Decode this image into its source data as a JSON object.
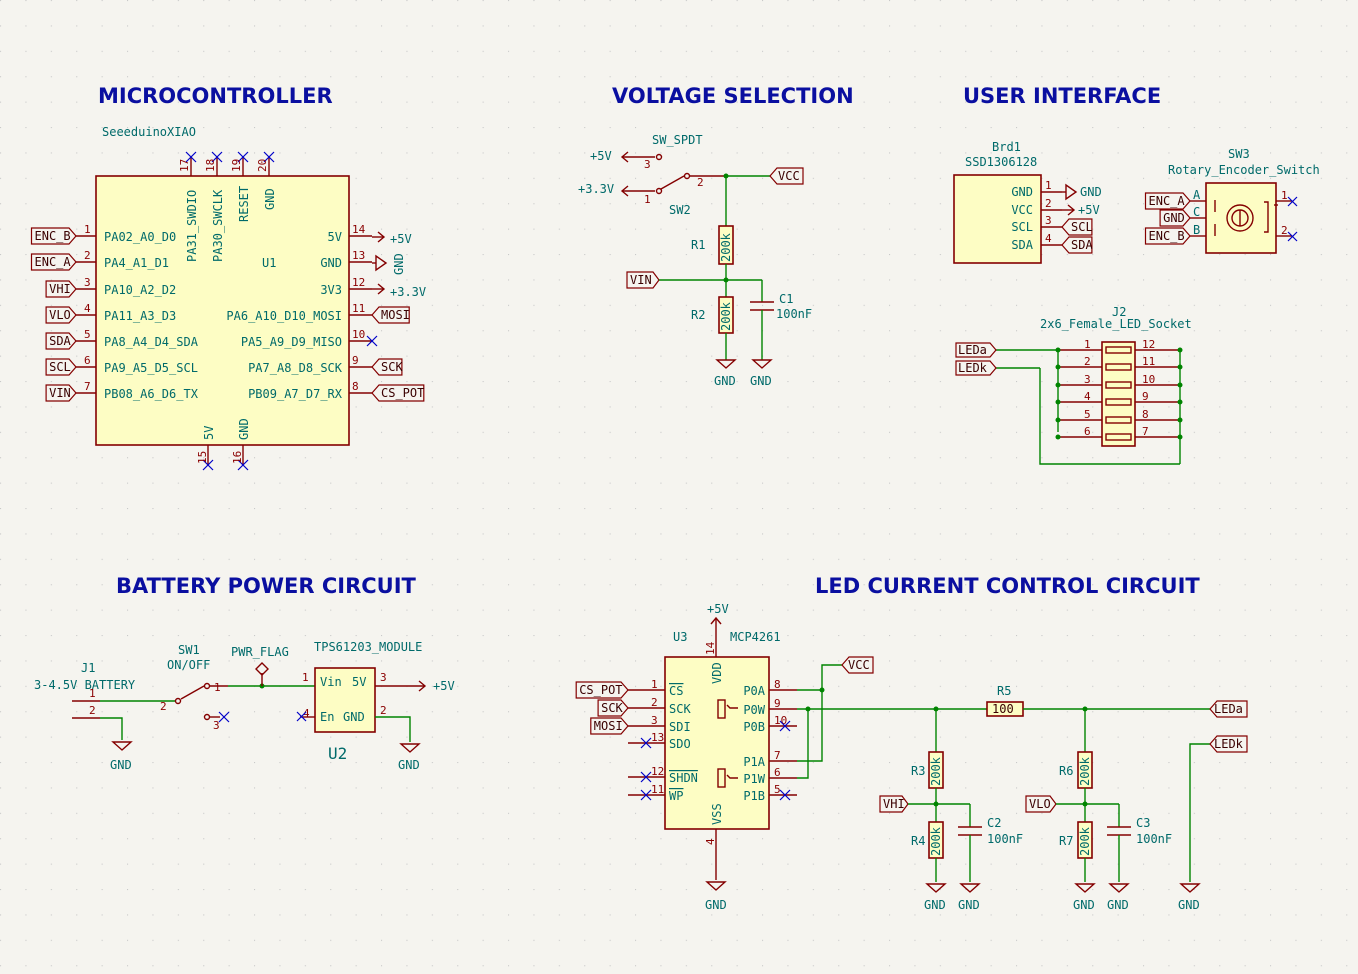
{
  "sections": {
    "microcontroller": "MICROCONTROLLER",
    "voltage": "VOLTAGE SELECTION",
    "ui": "USER INTERFACE",
    "battery": "BATTERY POWER CIRCUIT",
    "led": "LED CURRENT CONTROL CIRCUIT"
  },
  "u1": {
    "value": "SeeeduinoXIAO",
    "ref": "U1",
    "left_pins": [
      {
        "num": "1",
        "name": "PA02_A0_D0",
        "net": "ENC_B"
      },
      {
        "num": "2",
        "name": "PA4_A1_D1",
        "net": "ENC_A"
      },
      {
        "num": "3",
        "name": "PA10_A2_D2",
        "net": "VHI"
      },
      {
        "num": "4",
        "name": "PA11_A3_D3",
        "net": "VLO"
      },
      {
        "num": "5",
        "name": "PA8_A4_D4_SDA",
        "net": "SDA"
      },
      {
        "num": "6",
        "name": "PA9_A5_D5_SCL",
        "net": "SCL"
      },
      {
        "num": "7",
        "name": "PB08_A6_D6_TX",
        "net": "VIN"
      }
    ],
    "right_pins": [
      {
        "num": "14",
        "name": "5V",
        "net": "+5V"
      },
      {
        "num": "13",
        "name": "GND",
        "net": "GND"
      },
      {
        "num": "12",
        "name": "3V3",
        "net": "+3.3V"
      },
      {
        "num": "11",
        "name": "PA6_A10_D10_MOSI",
        "net": "MOSI"
      },
      {
        "num": "10",
        "name": "PA5_A9_D9_MISO",
        "net": ""
      },
      {
        "num": "9",
        "name": "PA7_A8_D8_SCK",
        "net": "SCK"
      },
      {
        "num": "8",
        "name": "PB09_A7_D7_RX",
        "net": "CS_POT"
      }
    ],
    "top_pins": [
      {
        "num": "17",
        "name": "PA31_SWDIO"
      },
      {
        "num": "18",
        "name": "PA30_SWCLK"
      },
      {
        "num": "19",
        "name": "RESET"
      },
      {
        "num": "20",
        "name": "GND"
      }
    ],
    "bottom_pins": [
      {
        "num": "15",
        "name": "5V"
      },
      {
        "num": "16",
        "name": "GND"
      }
    ]
  },
  "voltage": {
    "sw_value": "SW_SPDT",
    "sw_ref": "SW2",
    "p5v": "+5V",
    "p33v": "+3.3V",
    "pin1": "1",
    "pin2": "2",
    "pin3": "3",
    "vcc": "VCC",
    "vin": "VIN",
    "r1_ref": "R1",
    "r1_val": "200k",
    "r2_ref": "R2",
    "r2_val": "200k",
    "c1_ref": "C1",
    "c1_val": "100nF",
    "gnd": "GND"
  },
  "display": {
    "ref": "Brd1",
    "value": "SSD1306128",
    "pins": [
      {
        "num": "1",
        "name": "GND",
        "net": "GND"
      },
      {
        "num": "2",
        "name": "VCC",
        "net": "+5V"
      },
      {
        "num": "3",
        "name": "SCL",
        "net": "SCL"
      },
      {
        "num": "4",
        "name": "SDA",
        "net": "SDA"
      }
    ]
  },
  "encoder": {
    "ref": "SW3",
    "value": "Rotary_Encoder_Switch",
    "pins": [
      {
        "name": "A",
        "net": "ENC_A"
      },
      {
        "name": "C",
        "net": "GND"
      },
      {
        "name": "B",
        "net": "ENC_B"
      }
    ],
    "sw_pins": [
      "1",
      "2"
    ]
  },
  "socket": {
    "ref": "J2",
    "value": "2x6_Female_LED_Socket",
    "left_nums": [
      "1",
      "2",
      "3",
      "4",
      "5",
      "6"
    ],
    "right_nums": [
      "12",
      "11",
      "10",
      "9",
      "8",
      "7"
    ],
    "nets": [
      "LEDa",
      "LEDk"
    ]
  },
  "battery": {
    "j1_ref": "J1",
    "j1_val": "3-4.5V BATTERY",
    "j1_pins": [
      "1",
      "2"
    ],
    "sw1_ref": "SW1",
    "sw1_val": "ON/OFF",
    "sw1_pins": [
      "1",
      "2",
      "3"
    ],
    "flag": "PWR_FLAG",
    "u2_value": "TPS61203_MODULE",
    "u2_ref": "U2",
    "u2_pins": {
      "vin": "Vin",
      "v5": "5V",
      "en": "En",
      "gnd": "GND",
      "n1": "1",
      "n2": "2",
      "n3": "3",
      "n4": "4"
    },
    "p5v": "+5V",
    "gnd": "GND"
  },
  "led": {
    "u3_ref": "U3",
    "u3_value": "MCP4261",
    "p5v": "+5V",
    "left_pins": [
      {
        "num": "1",
        "name": "CS",
        "net": "CS_POT"
      },
      {
        "num": "2",
        "name": "SCK",
        "net": "SCK"
      },
      {
        "num": "3",
        "name": "SDI",
        "net": "MOSI"
      },
      {
        "num": "13",
        "name": "SDO",
        "net": ""
      },
      {
        "num": "12",
        "name": "SHDN",
        "net": ""
      },
      {
        "num": "11",
        "name": "WP",
        "net": ""
      }
    ],
    "right_pins": [
      {
        "num": "8",
        "name": "P0A"
      },
      {
        "num": "9",
        "name": "P0W"
      },
      {
        "num": "10",
        "name": "P0B"
      },
      {
        "num": "7",
        "name": "P1A"
      },
      {
        "num": "6",
        "name": "P1W"
      },
      {
        "num": "5",
        "name": "P1B"
      }
    ],
    "vdd": "VDD",
    "vdd_num": "14",
    "vss": "VSS",
    "vss_num": "4",
    "vcc": "VCC",
    "r5_ref": "R5",
    "r5_val": "100",
    "r3_ref": "R3",
    "r3_val": "200k",
    "r4_ref": "R4",
    "r4_val": "200k",
    "r6_ref": "R6",
    "r6_val": "200k",
    "r7_ref": "R7",
    "r7_val": "200k",
    "c2_ref": "C2",
    "c2_val": "100nF",
    "c3_ref": "C3",
    "c3_val": "100nF",
    "vhi": "VHI",
    "vlo": "VLO",
    "leda": "LEDa",
    "ledk": "LEDk",
    "gnd": "GND"
  }
}
